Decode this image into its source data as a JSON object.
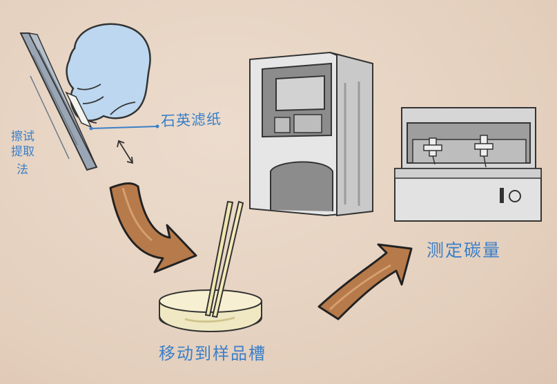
{
  "labels": {
    "quartz_filter": "石英滤纸",
    "swab_method": [
      "擦试",
      "提取",
      "法"
    ],
    "move_to_sample_slot": "移动到样品槽",
    "measure_carbon": "测定碳量"
  },
  "colors": {
    "background": "#e6d3c2",
    "label_blue": "#3a7fc8",
    "arrow_brown": "#b77a4a",
    "glove_blue": "#bcd7ef",
    "device_gray": "#d7d7d7"
  },
  "icons": [
    "gloved-hand-icon",
    "surface-panel-icon",
    "double-arrow-icon",
    "flow-arrow-icon",
    "petri-dish-icon",
    "tweezers-icon",
    "analyzer-machine-icon",
    "carbon-analyzer-icon"
  ]
}
